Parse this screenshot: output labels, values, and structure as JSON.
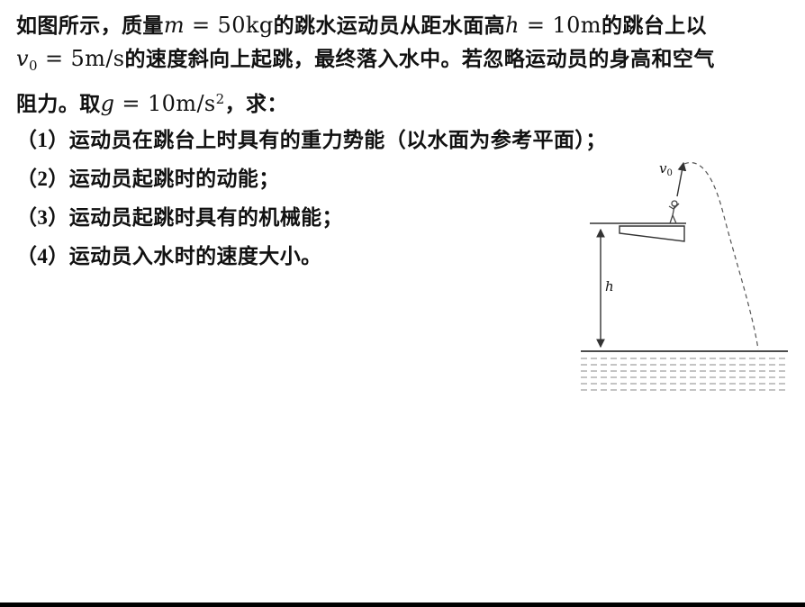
{
  "problem": {
    "lines": [
      {
        "segments": [
          {
            "text": "如图所示，质量"
          },
          {
            "text": "m"
          },
          {
            "text": " = 50kg"
          },
          {
            "text": "的跳水运动员从距水面高"
          },
          {
            "text": "h"
          },
          {
            "text": " = 10m"
          },
          {
            "text": "的跳台上以"
          }
        ]
      },
      {
        "segments": [
          {
            "text": "v"
          },
          {
            "text": "0"
          },
          {
            "text": " = 5m/s"
          },
          {
            "text": "的速度斜向上起跳，最终落入水中。若忽略运动员的身高和空气"
          }
        ]
      },
      {
        "segments": [
          {
            "text": "阻力。取"
          },
          {
            "text": "g"
          },
          {
            "text": " = 10m/s"
          },
          {
            "text": "2"
          },
          {
            "text": "，求："
          }
        ]
      },
      {
        "segments": [
          {
            "text": "（1）运动员在跳台上时具有的重力势能（以水面为参考平面）；"
          }
        ]
      },
      {
        "segments": [
          {
            "text": "（2）运动员起跳时的动能；"
          }
        ]
      },
      {
        "segments": [
          {
            "text": "（3）运动员起跳时具有的机械能；"
          }
        ]
      },
      {
        "segments": [
          {
            "text": "（4）运动员入水时的速度大小。"
          }
        ]
      }
    ]
  },
  "figure": {
    "v0_var": "v",
    "v0_sub": "0",
    "h_label": "h"
  },
  "colors": {
    "text": "#111111",
    "diagram_stroke": "#333333",
    "water_texture": "#888888",
    "background": "#ffffff"
  }
}
